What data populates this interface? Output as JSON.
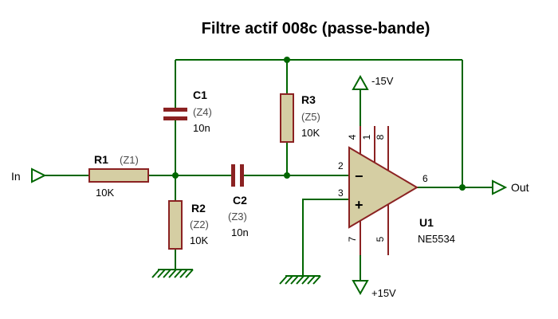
{
  "title": "Filtre actif 008c (passe-bande)",
  "ports": {
    "in": "In",
    "out": "Out"
  },
  "power": {
    "vneg": "-15V",
    "vpos": "+15V"
  },
  "components": {
    "r1": {
      "ref": "R1",
      "alt": "(Z1)",
      "value": "10K"
    },
    "r2": {
      "ref": "R2",
      "alt": "(Z2)",
      "value": "10K"
    },
    "r3": {
      "ref": "R3",
      "alt": "(Z5)",
      "value": "10K"
    },
    "c1": {
      "ref": "C1",
      "alt": "(Z4)",
      "value": "10n"
    },
    "c2": {
      "ref": "C2",
      "alt": "(Z3)",
      "value": "10n"
    },
    "u1": {
      "ref": "U1",
      "part": "NE5534"
    }
  },
  "opamp": {
    "pin_inverting": "2",
    "pin_noninverting": "3",
    "pin_output": "6",
    "pins_top": [
      "4",
      "1",
      "8"
    ],
    "pins_bottom": [
      "7",
      "5"
    ],
    "minus_sign": "−",
    "plus_sign": "+"
  },
  "colors": {
    "wire_green": "#006600",
    "component_outline": "#8B2222",
    "component_fill": "#D5CEA3",
    "text": "#000000",
    "alt_text": "#4A4A4A",
    "plus_sign_red": "#CC0000"
  }
}
